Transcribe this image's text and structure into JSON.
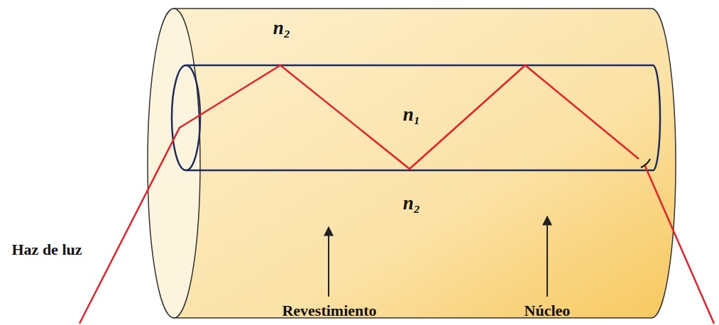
{
  "diagram": {
    "labels": [
      "n₂",
      "n₁",
      "n₂",
      "Haz de luz",
      "Revestimiento",
      "Núcleo"
    ]
  }
}
